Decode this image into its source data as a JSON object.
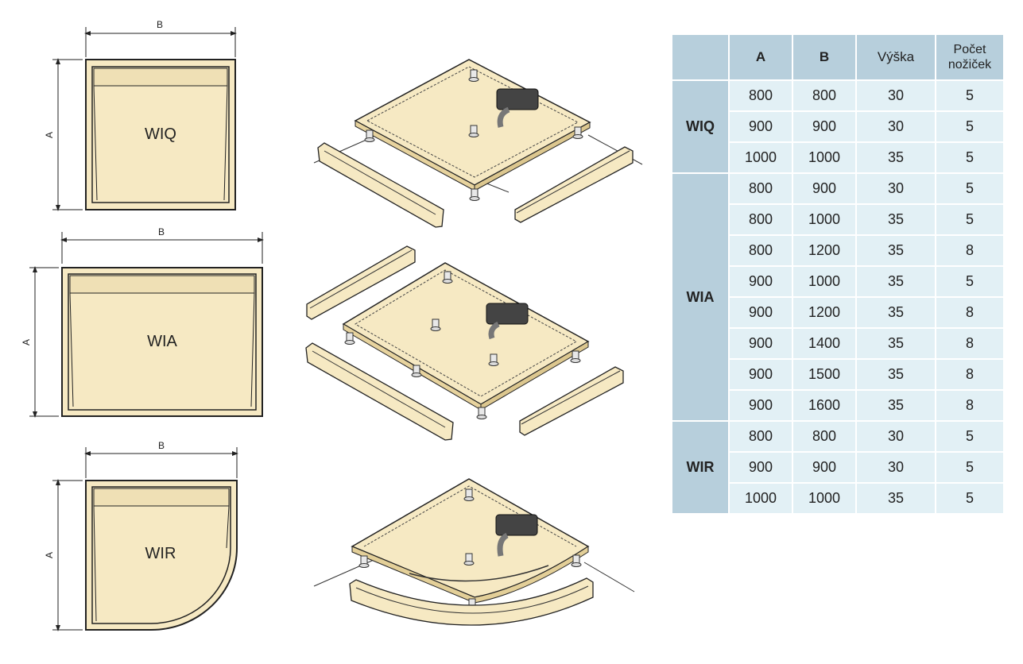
{
  "diagram": {
    "dimension_labels": {
      "width": "B",
      "height": "A"
    },
    "trays": [
      {
        "code": "WIQ"
      },
      {
        "code": "WIA"
      },
      {
        "code": "WIR"
      }
    ]
  },
  "table": {
    "headers": [
      "",
      "A",
      "B",
      "Výška",
      "Počet nožiček"
    ],
    "groups": [
      {
        "name": "WIQ",
        "rows": [
          {
            "a": "800",
            "b": "800",
            "vyska": "30",
            "pocet": "5"
          },
          {
            "a": "900",
            "b": "900",
            "vyska": "30",
            "pocet": "5"
          },
          {
            "a": "1000",
            "b": "1000",
            "vyska": "35",
            "pocet": "5"
          }
        ]
      },
      {
        "name": "WIA",
        "rows": [
          {
            "a": "800",
            "b": "900",
            "vyska": "30",
            "pocet": "5"
          },
          {
            "a": "800",
            "b": "1000",
            "vyska": "35",
            "pocet": "5"
          },
          {
            "a": "800",
            "b": "1200",
            "vyska": "35",
            "pocet": "8"
          },
          {
            "a": "900",
            "b": "1000",
            "vyska": "35",
            "pocet": "5"
          },
          {
            "a": "900",
            "b": "1200",
            "vyska": "35",
            "pocet": "8"
          },
          {
            "a": "900",
            "b": "1400",
            "vyska": "35",
            "pocet": "8"
          },
          {
            "a": "900",
            "b": "1500",
            "vyska": "35",
            "pocet": "8"
          },
          {
            "a": "900",
            "b": "1600",
            "vyska": "35",
            "pocet": "8"
          }
        ]
      },
      {
        "name": "WIR",
        "rows": [
          {
            "a": "800",
            "b": "800",
            "vyska": "30",
            "pocet": "5"
          },
          {
            "a": "900",
            "b": "900",
            "vyska": "30",
            "pocet": "5"
          },
          {
            "a": "1000",
            "b": "1000",
            "vyska": "35",
            "pocet": "5"
          }
        ]
      }
    ]
  },
  "colors": {
    "tray_fill": "#f6e9c3",
    "tray_inner": "#f3e2b4",
    "table_header": "#b7cfdc",
    "table_cell": "#e2f0f5"
  }
}
